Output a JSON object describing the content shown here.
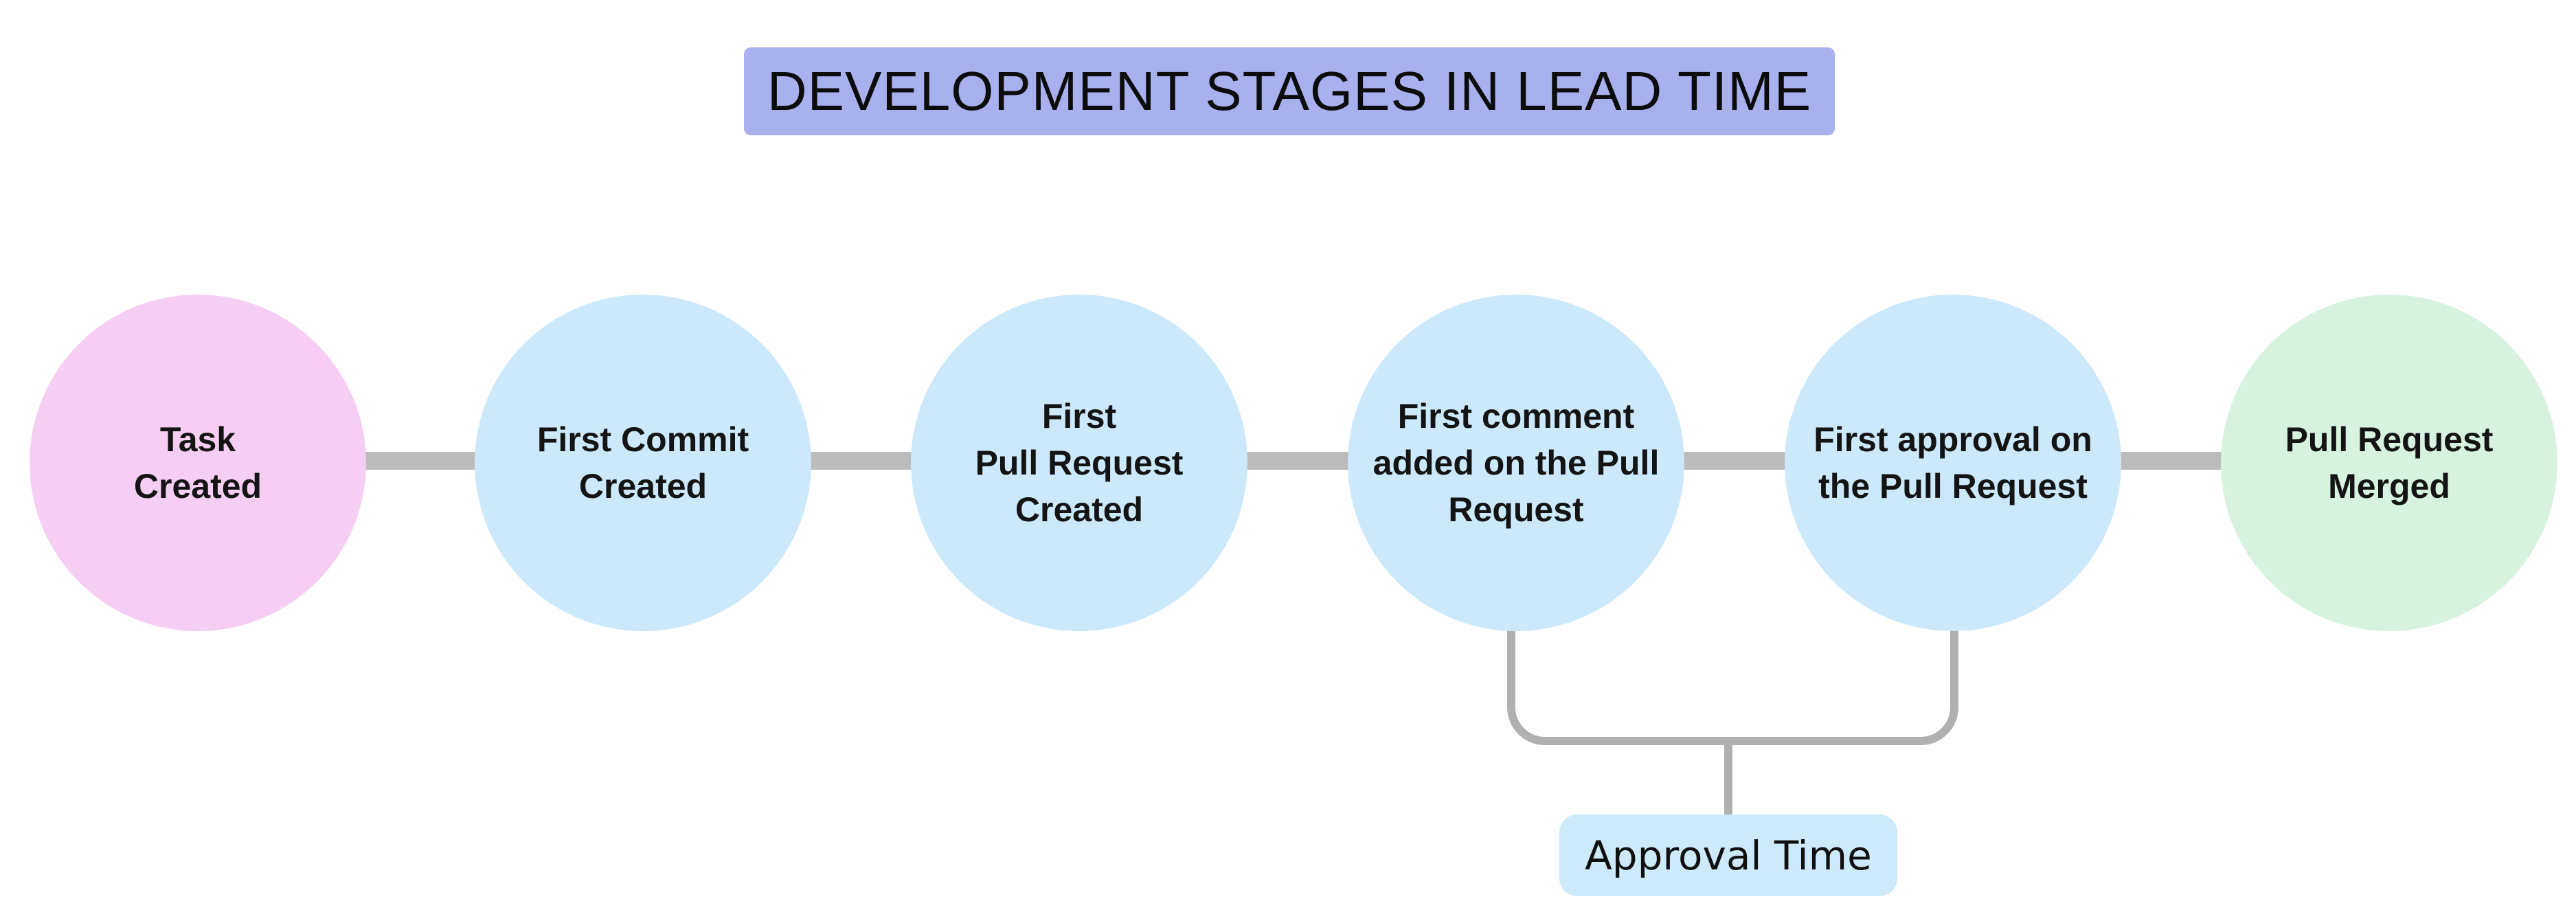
{
  "title": {
    "text": "DEVELOPMENT STAGES IN LEAD TIME",
    "bg": "#a8b1ee"
  },
  "diagram": {
    "stages": [
      {
        "id": "task-created",
        "label": "Task\nCreated",
        "fill": "#f6cef3"
      },
      {
        "id": "first-commit-created",
        "label": "First Commit\nCreated",
        "fill": "#cbe9fb"
      },
      {
        "id": "first-pull-request-created",
        "label": "First\nPull Request\nCreated",
        "fill": "#cbe9fb"
      },
      {
        "id": "first-comment-added",
        "label": "First comment\nadded on the Pull\nRequest",
        "fill": "#cbe9fb"
      },
      {
        "id": "first-approval",
        "label": "First approval on\nthe Pull Request",
        "fill": "#cbe9fb"
      },
      {
        "id": "pull-request-merged",
        "label": "Pull Request\nMerged",
        "fill": "#d7f3df"
      }
    ],
    "annotation": {
      "label": "Approval Time",
      "bg": "#cdeafb",
      "spans_stage_from": "First comment added on the Pull Request",
      "spans_stage_to": "First approval on the Pull Request"
    },
    "colors": {
      "connector": "#bcbcbc",
      "bracket": "#b0b0b0"
    }
  }
}
